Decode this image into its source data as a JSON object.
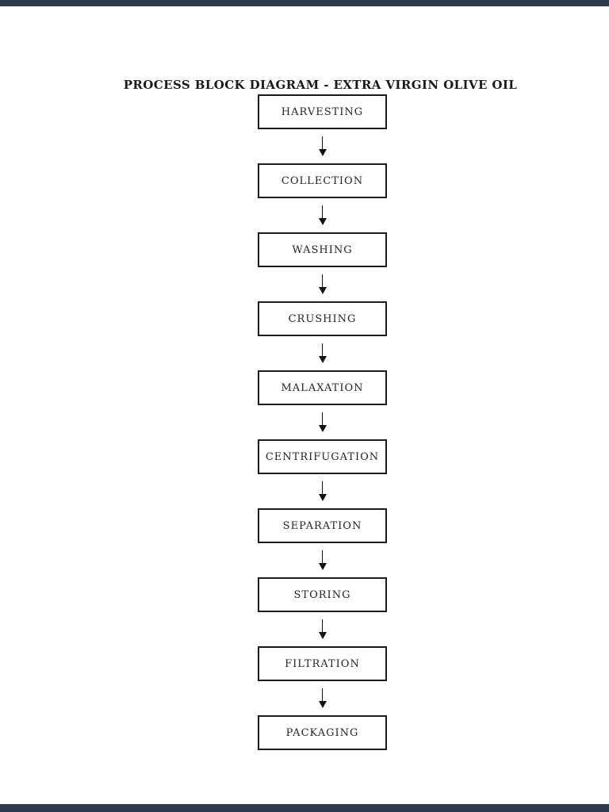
{
  "page": {
    "title": "PROCESS BLOCK DIAGRAM - EXTRA VIRGIN OLIVE OIL"
  },
  "flow": {
    "steps": [
      {
        "label": "HARVESTING"
      },
      {
        "label": "COLLECTION"
      },
      {
        "label": "WASHING"
      },
      {
        "label": "CRUSHING"
      },
      {
        "label": "MALAXATION"
      },
      {
        "label": "CENTRIFUGATION"
      },
      {
        "label": "SEPARATION"
      },
      {
        "label": "STORING"
      },
      {
        "label": "FILTRATION"
      },
      {
        "label": "PACKAGING"
      }
    ],
    "connector_icon": "down-arrow-icon"
  },
  "colors": {
    "box_border": "#1b1b1b",
    "text": "#242424",
    "viewer_bar": "#2b3a48",
    "page_bg": "#ffffff"
  }
}
